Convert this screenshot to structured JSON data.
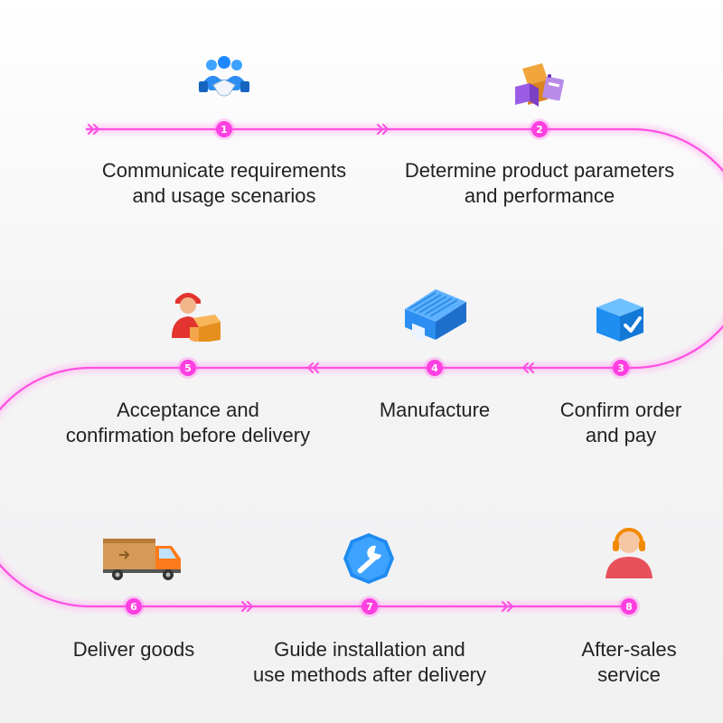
{
  "accent_color": "#ff3fe0",
  "steps": [
    {
      "number": "1",
      "label": "Communicate requirements\nand usage scenarios",
      "icon": "handshake-team-icon"
    },
    {
      "number": "2",
      "label": "Determine product parameters\nand performance",
      "icon": "product-boxes-icon"
    },
    {
      "number": "3",
      "label": "Confirm order\nand pay",
      "icon": "checked-box-icon"
    },
    {
      "number": "4",
      "label": "Manufacture",
      "icon": "factory-icon"
    },
    {
      "number": "5",
      "label": "Acceptance and\nconfirmation before delivery",
      "icon": "courier-package-icon"
    },
    {
      "number": "6",
      "label": "Deliver goods",
      "icon": "delivery-truck-icon"
    },
    {
      "number": "7",
      "label": "Guide installation and\nuse methods after delivery",
      "icon": "wrench-badge-icon"
    },
    {
      "number": "8",
      "label": "After-sales\nservice",
      "icon": "support-headset-icon"
    }
  ]
}
